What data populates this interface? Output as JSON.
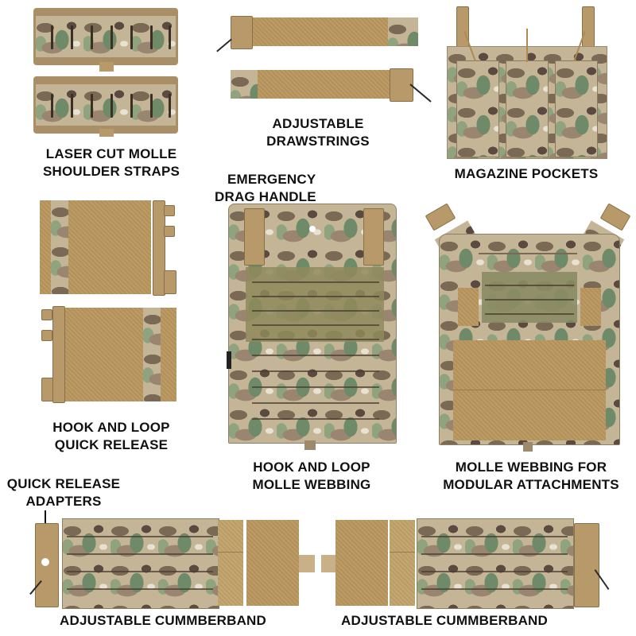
{
  "image": {
    "description": "Plate carrier kit component diagram",
    "background": "#ffffff",
    "text_color": "#111111"
  },
  "colors": {
    "coyote": "#b8965e",
    "camo_base": "#c4b597",
    "camo_green": "#6f8a68",
    "camo_brown": "#7a6a55",
    "hardware": "#b89a6a"
  },
  "labels": {
    "shoulder_straps": [
      "LASER CUT MOLLE",
      "SHOULDER STRAPS"
    ],
    "drawstrings": [
      "ADJUSTABLE",
      "DRAWSTRINGS"
    ],
    "magazine_pockets": [
      "MAGAZINE POCKETS"
    ],
    "drag_handle": [
      "EMERGENCY",
      "DRAG HANDLE"
    ],
    "quick_release_hook_loop": [
      "HOOK AND LOOP",
      "QUICK RELEASE"
    ],
    "front_panel": [
      "HOOK AND LOOP",
      "MOLLE WEBBING"
    ],
    "back_panel": [
      "MOLLE WEBBING FOR",
      "MODULAR ATTACHMENTS"
    ],
    "qr_adapters": [
      "QUICK RELEASE",
      "ADAPTERS"
    ],
    "cummerband_left": [
      "ADJUSTABLE CUMMBERBAND"
    ],
    "cummerband_right": [
      "ADJUSTABLE CUMMBERBAND"
    ]
  }
}
